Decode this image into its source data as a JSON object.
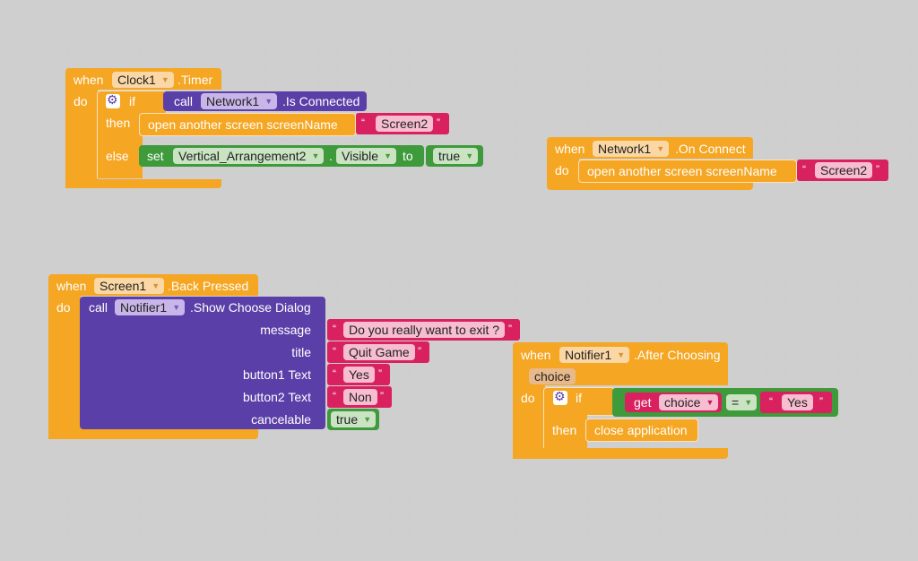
{
  "blocks": {
    "clock_timer": {
      "when": "when",
      "component": "Clock1",
      "event": ".Timer",
      "do": "do",
      "if": "if",
      "call": "call",
      "network_component": "Network1",
      "is_connected": ".Is Connected",
      "then": "then",
      "open_screen": "open another screen  screenName",
      "screen_value": "Screen2",
      "else": "else",
      "set": "set",
      "arrangement": "Vertical_Arrangement2",
      "dot": ".",
      "property": "Visible",
      "to": "to",
      "bool_value": "true"
    },
    "network_connect": {
      "when": "when",
      "component": "Network1",
      "event": ".On Connect",
      "do": "do",
      "open_screen": "open another screen  screenName",
      "screen_value": "Screen2"
    },
    "back_pressed": {
      "when": "when",
      "component": "Screen1",
      "event": ".Back Pressed",
      "do": "do",
      "call": "call",
      "notifier": "Notifier1",
      "method": ".Show Choose Dialog",
      "message_label": "message",
      "message_value": "Do you really want to exit ?",
      "title_label": "title",
      "title_value": "Quit Game",
      "button1_label": "button1 Text",
      "button1_value": "Yes",
      "button2_label": "button2 Text",
      "button2_value": "Non",
      "cancelable_label": "cancelable",
      "cancelable_value": "true"
    },
    "after_choosing": {
      "when": "when",
      "component": "Notifier1",
      "event": ".After Choosing",
      "param": "choice",
      "do": "do",
      "if": "if",
      "get": "get",
      "get_var": "choice",
      "op": "=",
      "compare_value": "Yes",
      "then": "then",
      "close": "close application"
    }
  },
  "quote_open": "“",
  "quote_close": "”",
  "colors": {
    "event": "#F5A623",
    "procedure": "#5B3FA8",
    "text": "#D9215F",
    "logic": "#3E9A3B",
    "workspace": "#ffffff"
  }
}
